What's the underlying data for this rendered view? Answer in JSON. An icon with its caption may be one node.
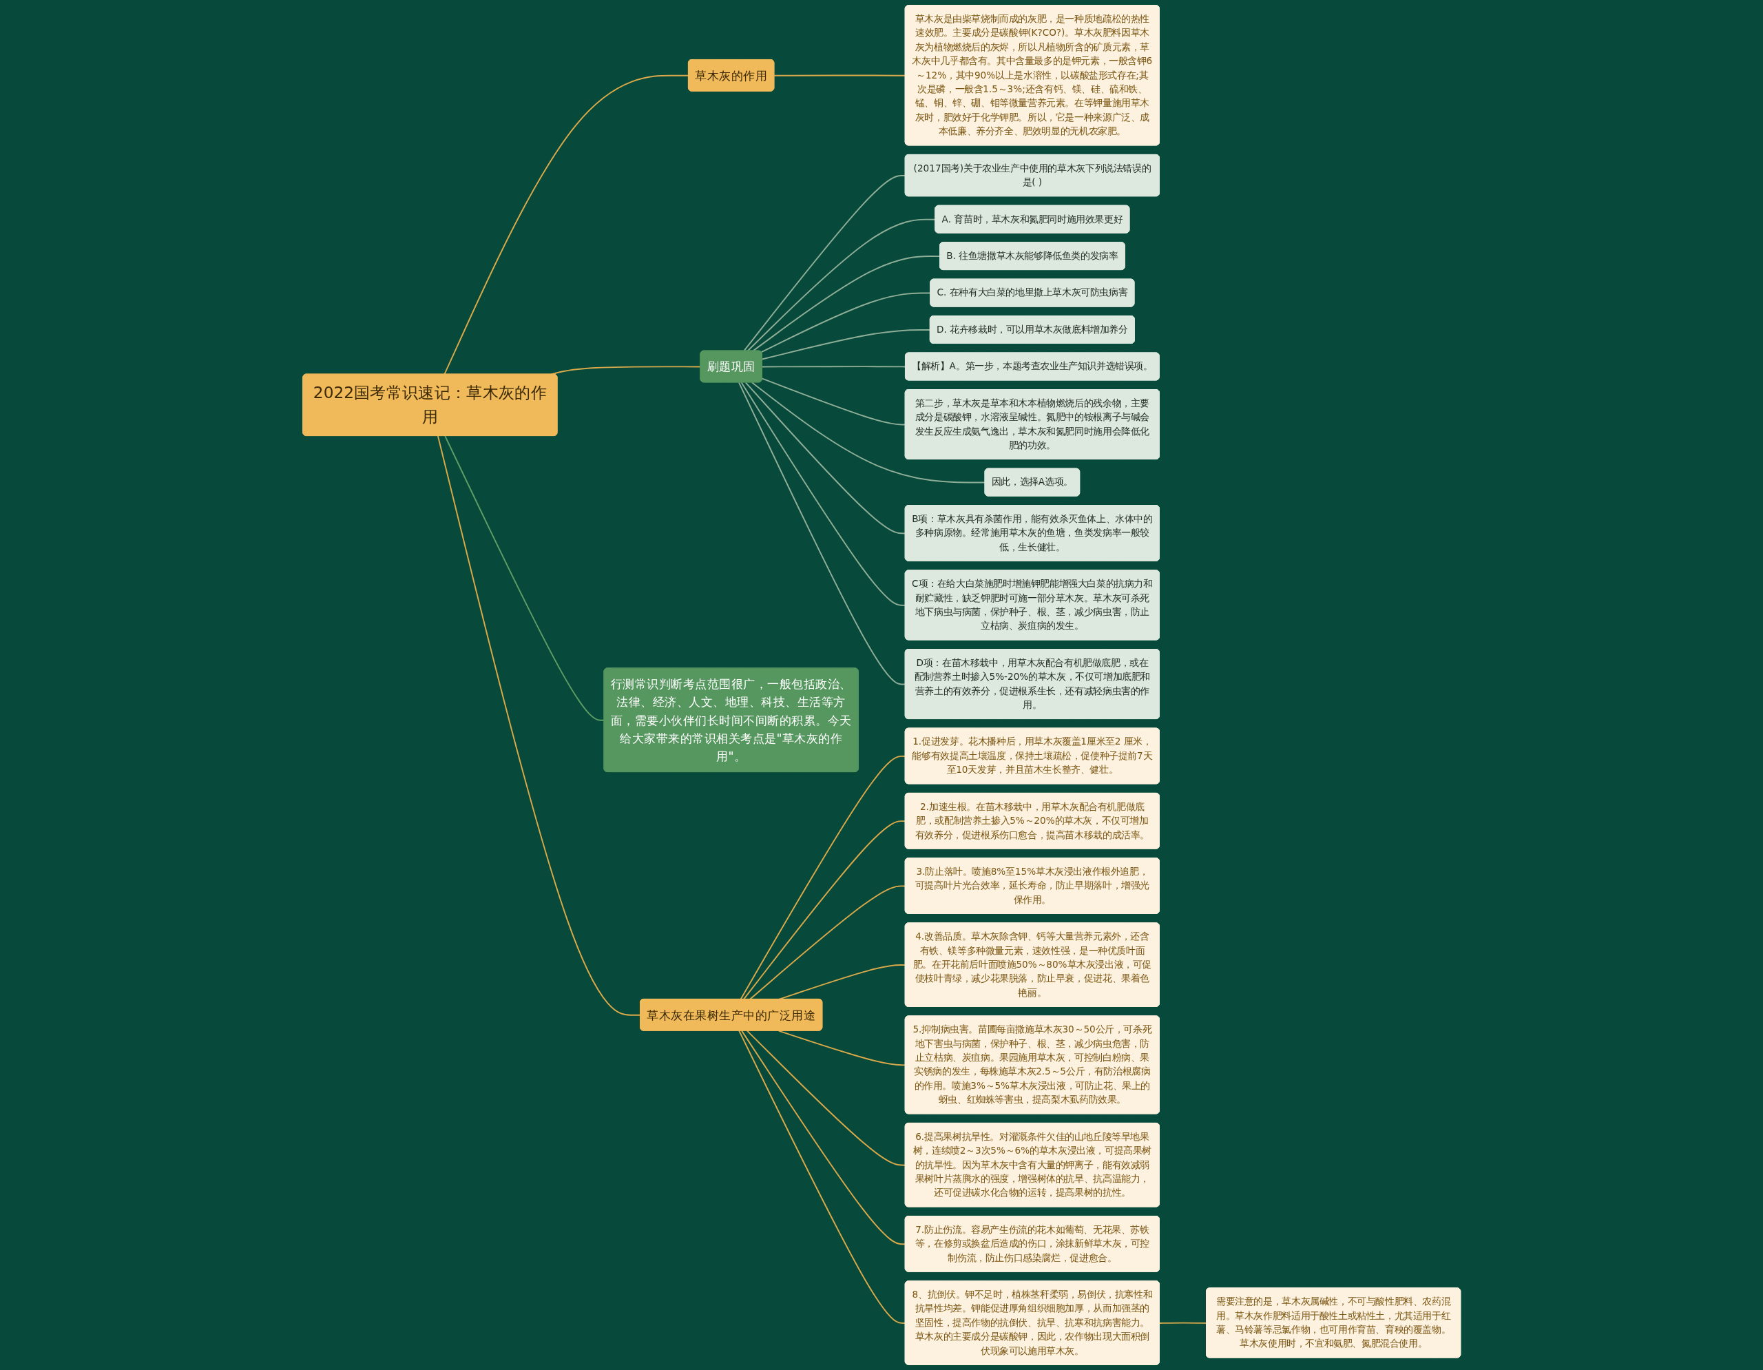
{
  "diagram": {
    "nodes": [
      {
        "text": [
          "2022国考常识速记：草木灰的作用"
        ]
      },
      {
        "text": [
          "草木灰的作用"
        ]
      },
      {
        "text": [
          "草木灰是由柴草烧制而成的灰肥，是一种质地疏松的热性速效肥。主要成分是碳酸钾(K?CO?)。草木灰肥料因草木灰为植物燃烧后的灰烬，所以凡植物所含的矿质元素，草木灰中几乎都含有。其中含量最多的是钾元素，一般含钾6～12%，其中90%以上是水溶性，以碳酸盐形式存在;其次是磷，一般含1.5～3%;还含有钙、镁、硅、硫和铁、锰、铜、锌、硼、钼等微量营养元素。在等钾量施用草木灰时，肥效好于化学钾肥。所以，它是一种来源广泛、成本低廉、养分齐全、肥效明显的无机农家肥。"
        ]
      },
      {
        "text": [
          "刷题巩固"
        ]
      },
      {
        "text": [
          "(2017国考)关于农业生产中使用的草木灰下列说法错误的是( )"
        ]
      },
      {
        "text": [
          "A. 育苗时，草木灰和氮肥同时施用效果更好"
        ]
      },
      {
        "text": [
          "B. 往鱼塘撒草木灰能够降低鱼类的发病率"
        ]
      },
      {
        "text": [
          "C. 在种有大白菜的地里撒上草木灰可防虫病害"
        ]
      },
      {
        "text": [
          "D. 花卉移栽时，可以用草木灰做底料增加养分"
        ]
      },
      {
        "text": [
          "【解析】A。第一步，本题考查农业生产知识并选错误项。"
        ]
      },
      {
        "text": [
          "第二步，草木灰是草本和木本植物燃烧后的残余物，主要成分是碳酸钾，水溶液呈碱性。氮肥中的铵根离子与碱会发生反应生成氨气逸出，草木灰和氮肥同时施用会降低化肥的功效。"
        ]
      },
      {
        "text": [
          "因此，选择A选项。"
        ]
      },
      {
        "text": [
          "B项：草木灰具有杀菌作用，能有效杀灭鱼体上、水体中的多种病原物。经常施用草木灰的鱼塘，鱼类发病率一般较低，生长健壮。"
        ]
      },
      {
        "text": [
          "C项：在给大白菜施肥时增施钾肥能增强大白菜的抗病力和耐贮藏性，缺乏钾肥时可施一部分草木灰。草木灰可杀死地下病虫与病菌，保护种子、根、茎，减少病虫害，防止立枯病、炭疽病的发生。"
        ]
      },
      {
        "text": [
          "D项：在苗木移栽中，用草木灰配合有机肥做底肥，或在配制营养土时掺入5%-20%的草木灰，不仅可增加底肥和营养土的有效养分，促进根系生长，还有减轻病虫害的作用。"
        ]
      },
      {
        "text": [
          "行测常识判断考点范围很广，一般包括政治、法律、经济、人文、地理、科技、生活等方面，需要小伙伴们长时间不间断的积累。今天给大家带来的常识相关考点是\"草木灰的作用\"。"
        ]
      },
      {
        "text": [
          "草木灰在果树生产中的广泛用途"
        ]
      },
      {
        "text": [
          "1.促进发芽。花木播种后，用草木灰覆盖1厘米至2 厘米，能够有效提高土壤温度，保持土壤疏松，促使种子提前7天至10天发芽，并且苗木生长整齐、健壮。"
        ]
      },
      {
        "text": [
          "2.加速生根。在苗木移栽中，用草木灰配合有机肥做底肥，或配制营养土掺入5%～20%的草木灰，不仅可增加有效养分，促进根系伤口愈合，提高苗木移栽的成活率。"
        ]
      },
      {
        "text": [
          "3.防止落叶。喷施8%至15%草木灰浸出液作根外追肥，可提高叶片光合效率，延长寿命，防止早期落叶，增强光保作用。"
        ]
      },
      {
        "text": [
          "4.改善品质。草木灰除含钾、钙等大量营养元素外，还含有铁、镁等多种微量元素，速效性强，是一种优质叶面肥。在开花前后叶面喷施50%～80%草木灰浸出液，可促使枝叶青绿，减少花果脱落，防止早衰，促进花、果着色艳丽。"
        ]
      },
      {
        "text": [
          "5.抑制病虫害。苗圃每亩撒施草木灰30～50公斤，可杀死地下害虫与病菌，保护种子、根、茎，减少病虫危害，防止立枯病、炭疽病。果园施用草木灰，可控制白粉病、果实锈病的发生，每株施草木灰2.5～5公斤，有防治根腐病的作用。喷施3%～5%草木灰浸出液，可防止花、果上的蚜虫、红蜘蛛等害虫，提高梨木虱药防效果。"
        ]
      },
      {
        "text": [
          "6.提高果树抗旱性。对灌溉条件欠佳的山地丘陵等旱地果树，连续喷2～3次5%～6%的草木灰浸出液，可提高果树的抗旱性。因为草木灰中含有大量的钾离子，能有效减弱果树叶片蒸腾水的强度，增强树体的抗旱、抗高温能力，还可促进碳水化合物的运转，提高果树的抗性。"
        ]
      },
      {
        "text": [
          "7.防止伤流。容易产生伤流的花木如葡萄、无花果、苏铁等，在修剪或换盆后造成的伤口，涂抹新鲜草木灰，可控制伤流，防止伤口感染腐烂，促进愈合。"
        ]
      },
      {
        "text": [
          "8、抗倒伏。钾不足时，植株茎秆柔弱，易倒伏，抗寒性和抗旱性均差。钾能促进厚角组织细胞加厚，从而加强茎的坚固性，提高作物的抗倒伏、抗旱、抗寒和抗病害能力。草木灰的主要成分是碳酸钾，因此，农作物出现大面积倒伏现象可以施用草木灰。"
        ]
      },
      {
        "text": [
          "需要注意的是，草木灰属碱性，不可与酸性肥料、农药混用。草木灰作肥料适用于酸性土或粘性土，尤其适用于红薯、马铃薯等忌氯作物，也可用作育苗、育秧的覆盖物。草木灰使用时，不宜和氨肥、氮肥混合使用。"
        ]
      }
    ],
    "edges": [
      {
        "from": 0,
        "to": 1,
        "arrow": "none"
      },
      {
        "from": 1,
        "to": 2,
        "arrow": "none"
      },
      {
        "from": 0,
        "to": 3,
        "arrow": "none"
      },
      {
        "from": 3,
        "to": 4,
        "arrow": "none",
        "color": "#8fae98"
      },
      {
        "from": 3,
        "to": 5,
        "arrow": "none",
        "color": "#8fae98"
      },
      {
        "from": 3,
        "to": 6,
        "arrow": "none",
        "color": "#8fae98"
      },
      {
        "from": 3,
        "to": 7,
        "arrow": "none",
        "color": "#8fae98"
      },
      {
        "from": 3,
        "to": 8,
        "arrow": "none",
        "color": "#8fae98"
      },
      {
        "from": 3,
        "to": 9,
        "arrow": "none",
        "color": "#8fae98"
      },
      {
        "from": 3,
        "to": 10,
        "arrow": "none",
        "color": "#8fae98"
      },
      {
        "from": 3,
        "to": 11,
        "arrow": "none",
        "color": "#8fae98"
      },
      {
        "from": 3,
        "to": 12,
        "arrow": "none",
        "color": "#8fae98"
      },
      {
        "from": 3,
        "to": 13,
        "arrow": "none",
        "color": "#8fae98"
      },
      {
        "from": 3,
        "to": 14,
        "arrow": "none",
        "color": "#8fae98"
      },
      {
        "from": 0,
        "to": 15,
        "arrow": "none",
        "color": "#5d9e66"
      },
      {
        "from": 0,
        "to": 16,
        "arrow": "none"
      },
      {
        "from": 16,
        "to": 17,
        "arrow": "none"
      },
      {
        "from": 16,
        "to": 18,
        "arrow": "none"
      },
      {
        "from": 16,
        "to": 19,
        "arrow": "none"
      },
      {
        "from": 16,
        "to": 20,
        "arrow": "none"
      },
      {
        "from": 16,
        "to": 21,
        "arrow": "none"
      },
      {
        "from": 16,
        "to": 22,
        "arrow": "none"
      },
      {
        "from": 16,
        "to": 23,
        "arrow": "none"
      },
      {
        "from": 16,
        "to": 24,
        "arrow": "none"
      },
      {
        "from": 24,
        "to": 25,
        "arrow": "none"
      }
    ]
  }
}
